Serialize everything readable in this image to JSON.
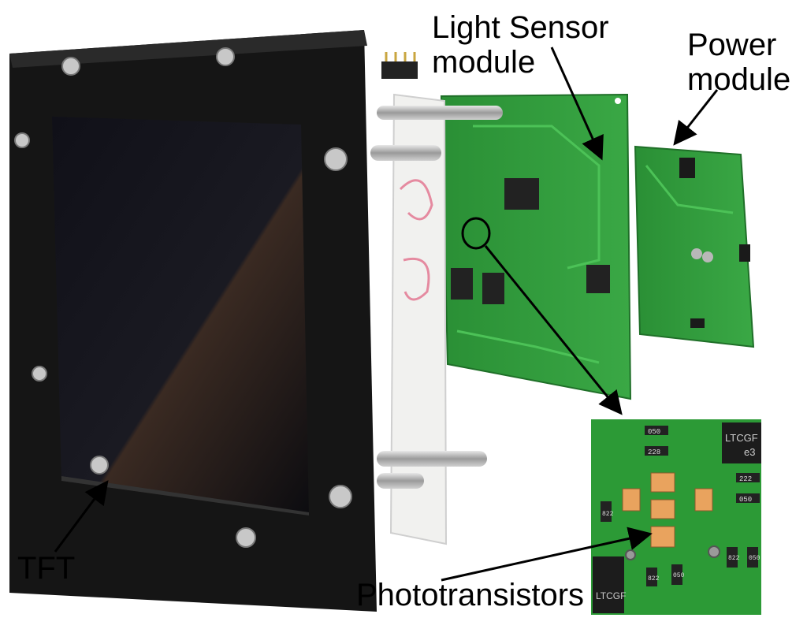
{
  "labels": {
    "light_sensor_line1": "Light Sensor",
    "light_sensor_line2": "module",
    "power_line1": "Power",
    "power_line2": "module",
    "tft": "TFT",
    "phototransistors": "Phototransistors"
  },
  "pcb_markings": {
    "inset_chip_top": "LTCGF",
    "inset_chip_e3": "e3",
    "inset_chip_bottom": "LTCGF",
    "inset_resistors": [
      "050",
      "222",
      "228",
      "822",
      "050",
      "822",
      "050",
      "822",
      "050"
    ]
  },
  "colors": {
    "pcb_green": "#2f9a3a",
    "frame_black": "#151515",
    "screen_dark": "#0d0d12",
    "background": "#ffffff"
  }
}
